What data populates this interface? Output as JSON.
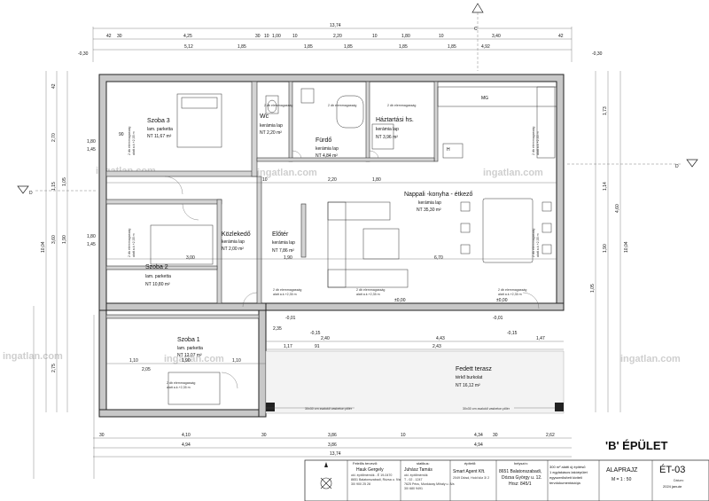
{
  "dims": {
    "top_total": "13,74",
    "top_row1": [
      "42",
      "30",
      "4,25",
      "30",
      "10",
      "1,00",
      "10",
      "2,20",
      "10",
      "1,80",
      "10",
      "3,40",
      "42"
    ],
    "top_row2": [
      "5,12",
      "1,85",
      "1,85",
      "1,85",
      "1,85",
      "1,85",
      "4,92"
    ],
    "top_level": "-0,30",
    "bottom_row1": [
      "30",
      "4,10",
      "30",
      "3,86",
      "10",
      "4,34",
      "30",
      "2,62"
    ],
    "bottom_row2": [
      "4,94",
      "3,86",
      "4,94"
    ],
    "bottom_total": "13,74",
    "left_total": "10,04",
    "right_total": "10,04",
    "left_ticks": [
      "2,70",
      "1,15",
      "3,60",
      "1,05",
      "1,90",
      "2,75",
      "42"
    ],
    "right_ticks": [
      "1,73",
      "1,14",
      "1,90",
      "1,05",
      "4,60",
      "10,04"
    ],
    "interior": [
      "1,80",
      "1,45",
      "90",
      "1,80",
      "1,45",
      "3,00",
      "10",
      "2,20",
      "1,80",
      "6,70",
      "1,90",
      "1,10",
      "1,90",
      "1,10",
      "2,05",
      "2,35",
      "2,40",
      "2,43",
      "1,47",
      "4,43",
      "1,17",
      "91"
    ]
  },
  "section_marks": {
    "c": "C",
    "d_left": "D",
    "d_right": "D"
  },
  "rooms": [
    {
      "name": "Szoba 3",
      "floor": "lam. parketta",
      "area": "NT 11,67 m²"
    },
    {
      "name": "Wc",
      "floor": "kerámia lap",
      "area": "NT 2,20 m²"
    },
    {
      "name": "Fürdő",
      "floor": "kerámia lap",
      "area": "NT 4,84 m²"
    },
    {
      "name": "Háztartási hs.",
      "floor": "kerámia lap",
      "area": "NT 3,96 m²"
    },
    {
      "name": "Nappali -konyha - étkező",
      "floor": "kerámia lap",
      "area": "NT 35,30 m²"
    },
    {
      "name": "Közlekedő",
      "floor": "kerámia lap",
      "area": "NT 2,00 m²"
    },
    {
      "name": "Előtér",
      "floor": "kerámia lap",
      "area": "NT 7,86 m²"
    },
    {
      "name": "Szoba 2",
      "floor": "lam. parketta",
      "area": "NT 10,80 m²"
    },
    {
      "name": "Szoba 1",
      "floor": "lam. parketta",
      "area": "NT 12,07 m²"
    },
    {
      "name": "Fedett terasz",
      "floor": "térkő burkolat",
      "area": "NT 16,12 m²"
    }
  ],
  "fixtures": {
    "mg": "MG",
    "h": "H"
  },
  "notes": {
    "window": "2 db elemmagasság",
    "window2": "alatt a.k.+2,35 m",
    "pillar_left": "30x30 cm zsalukő vasbeton pillér",
    "pillar_right": "30x30 cm zsalukő vasbeton pillér",
    "level_0": "±0,00",
    "level_1": "-0,01",
    "level_15": "-0,15"
  },
  "watermark": "ingatlan.com",
  "title_block": {
    "designer_label": "Felelős tervező:",
    "designer_name": "Hauk Gergely",
    "designer_lines": [
      "okl. építőmérnök - É 19-0470",
      "8651 Balatonszabadi, Rózsa u. 9/a",
      "30/ 900 25 28"
    ],
    "statics_label": "statikus:",
    "statics_name": "Juhász Tamás",
    "statics_lines": [
      "okl. építőmérnök",
      "T - 02 - 1247",
      "7625 Pécs, Munkácsy Mihály u. 8/a",
      "30/ 680 9491"
    ],
    "client_label": "építető:",
    "client_name": "Smart Agent Kft.",
    "client_lines": [
      "2049 Diósd, Hold köz 3/ 2"
    ],
    "site_label": "helyszín:",
    "site_name": "8651 Balatonszabadi,",
    "site_lines": [
      "Dózsa György u. 12.",
      "Hrsz: 845/1"
    ],
    "desc_lines": [
      "300 m² alatti új építésű",
      "1 egylakásos lakóépület",
      "egyszerűsített kiviteli",
      "tervdokumentációja"
    ],
    "sheet_title": "ALAPRAJZ",
    "scale": "M = 1 : 50",
    "sheet_no": "ÉT-03",
    "date_label": "Dátum:",
    "date": "2024 január",
    "building": "'B' ÉPÜLET"
  }
}
